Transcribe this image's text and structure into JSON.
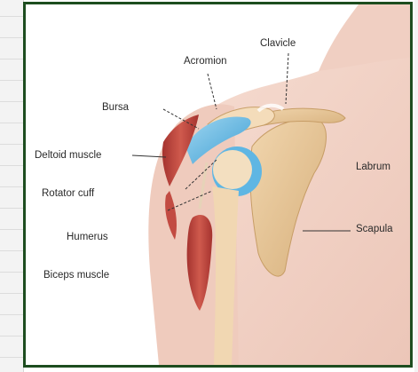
{
  "colors": {
    "frame_border": "#1d4d1f",
    "skin": "#f1d2c6",
    "bursa": "#5ab2e0",
    "muscle": "#b8423c",
    "bone": "#e6c596"
  },
  "diagram": {
    "labels": {
      "clavicle": "Clavicle",
      "acromion": "Acromion",
      "bursa": "Bursa",
      "deltoid": "Deltoid muscle",
      "rotator_cuff": "Rotator cuff",
      "humerus": "Humerus",
      "biceps": "Biceps muscle",
      "labrum": "Labrum",
      "scapula": "Scapula"
    }
  }
}
